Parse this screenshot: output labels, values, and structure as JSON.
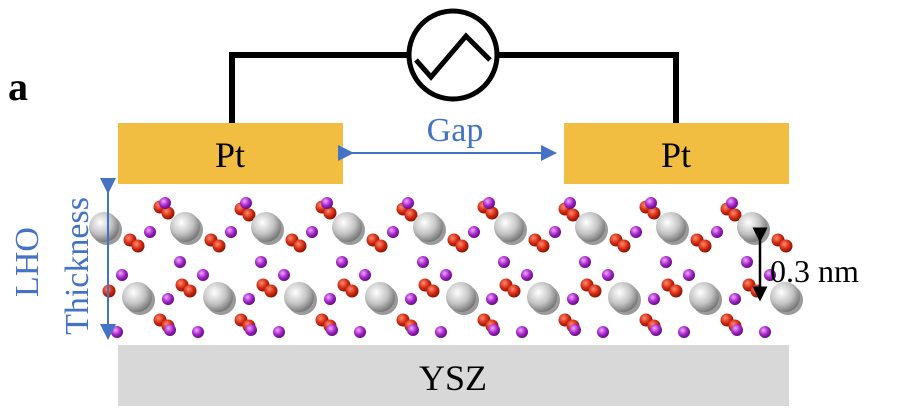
{
  "panel_label": "a",
  "electrode_left": {
    "label": "Pt"
  },
  "electrode_right": {
    "label": "Pt"
  },
  "gap": {
    "label": "Gap"
  },
  "film": {
    "label": "LHO",
    "thickness_label": "Thickness",
    "layer_spacing_label": "0.3 nm"
  },
  "substrate": {
    "label": "YSZ"
  },
  "colors": {
    "electrode": "#f2be42",
    "substrate": "#d8d8d8",
    "arrow": "#4472c4",
    "label_blue": "#4472c4",
    "oxygen": "#c8250c",
    "lanthanum": "#a020c0",
    "hafnium": "#b8b8b8",
    "wire": "#000000"
  },
  "icons": {
    "source": "ac-source-triangle-wave-icon"
  }
}
